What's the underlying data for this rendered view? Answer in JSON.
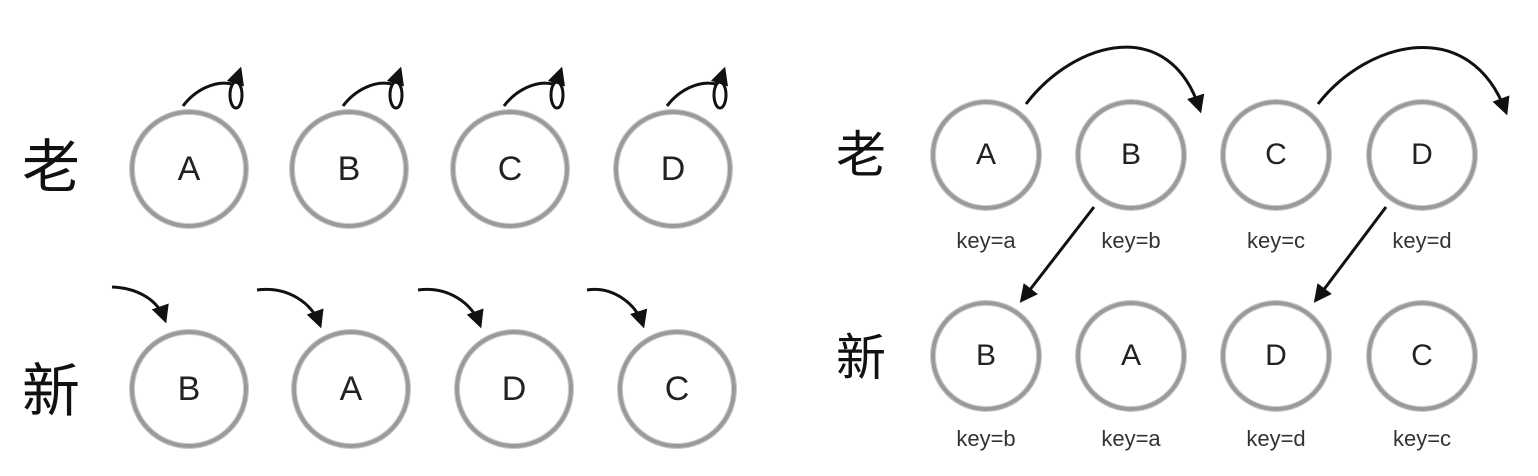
{
  "left_panel": {
    "old_label": "老",
    "new_label": "新",
    "old_nodes": [
      "A",
      "B",
      "C",
      "D"
    ],
    "new_nodes": [
      "B",
      "A",
      "D",
      "C"
    ]
  },
  "right_panel": {
    "old_label": "老",
    "new_label": "新",
    "old_nodes": [
      {
        "text": "A",
        "key": "key=a"
      },
      {
        "text": "B",
        "key": "key=b"
      },
      {
        "text": "C",
        "key": "key=c"
      },
      {
        "text": "D",
        "key": "key=d"
      }
    ],
    "new_nodes": [
      {
        "text": "B",
        "key": "key=b"
      },
      {
        "text": "A",
        "key": "key=a"
      },
      {
        "text": "D",
        "key": "key=d"
      },
      {
        "text": "C",
        "key": "key=c"
      }
    ]
  },
  "colors": {
    "circle_stroke": "#9a9a9c",
    "arrow": "#111111"
  }
}
